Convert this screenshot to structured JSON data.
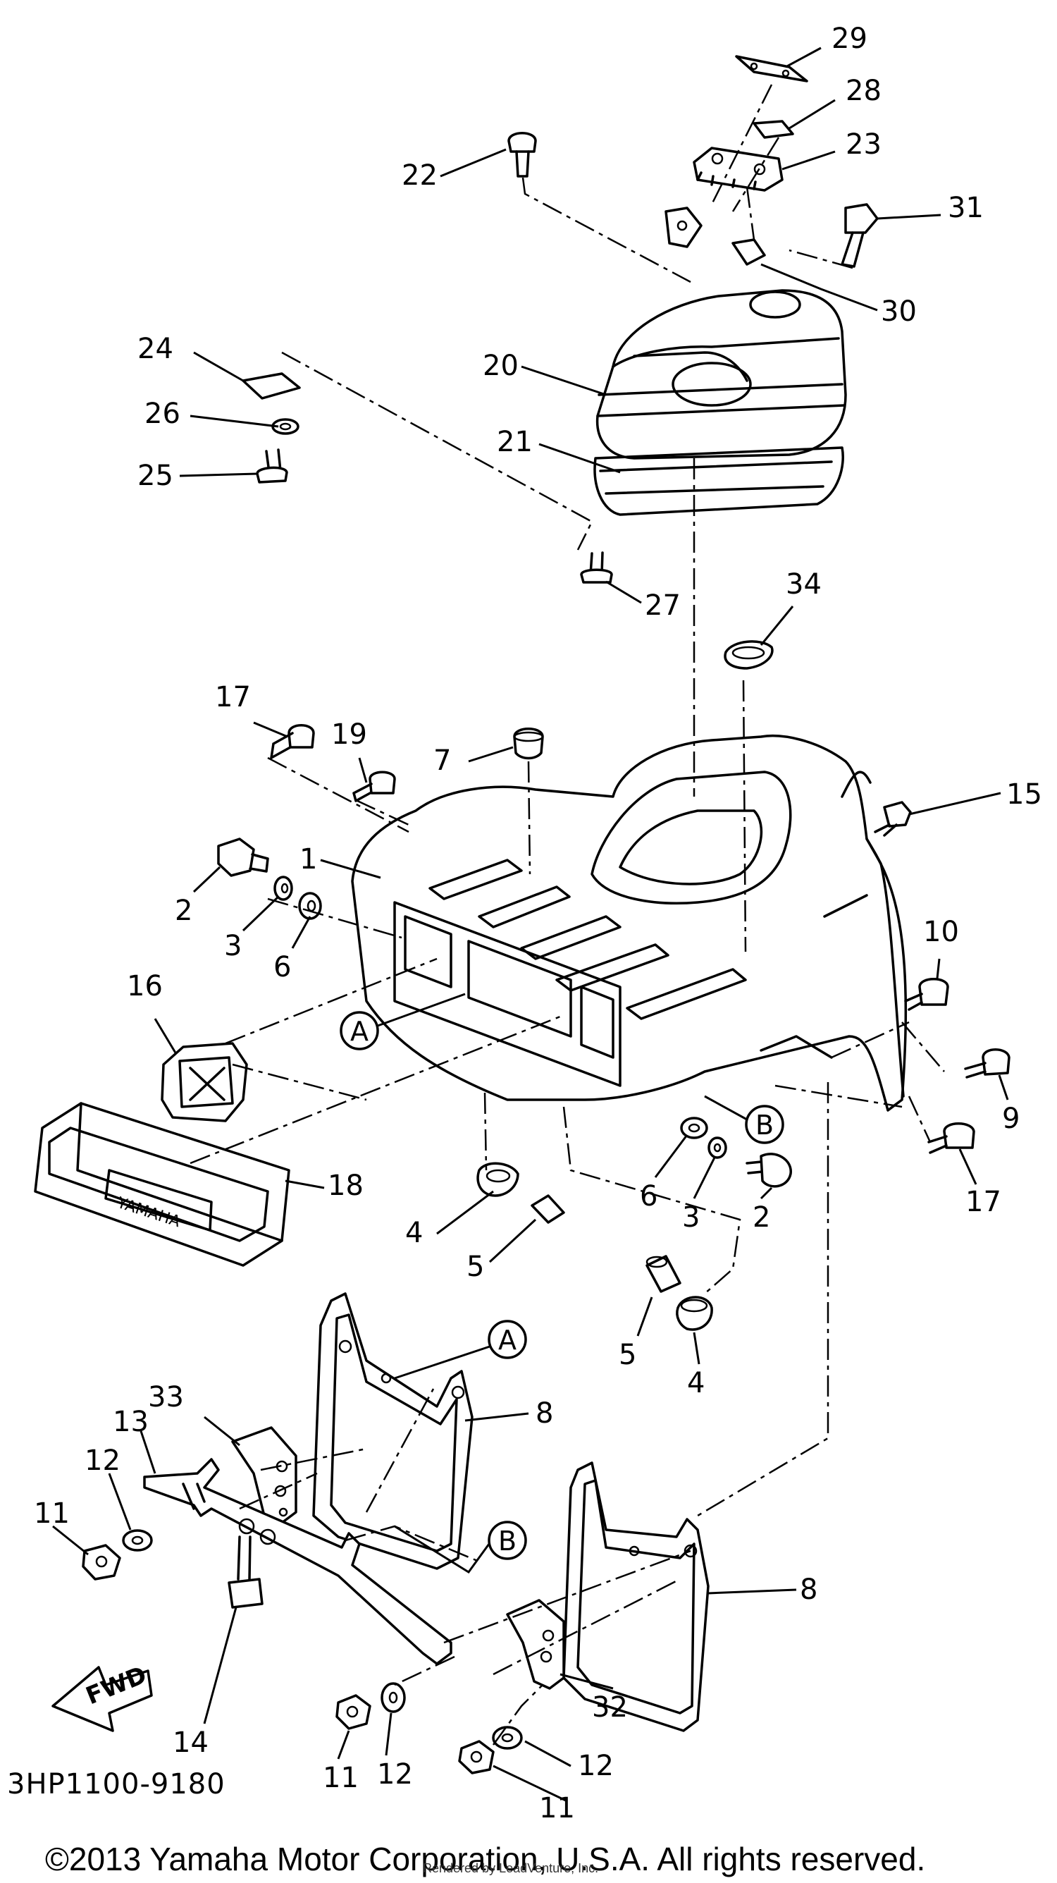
{
  "diagram": {
    "drawing_code": "3HP1100-9180",
    "copyright": "©2013 Yamaha Motor Corporation, U.S.A. All rights reserved.",
    "rendered_by": "Rendered by LeadVenture, Inc.",
    "fwd_label": "FWD",
    "badge_text": "YAMAHA",
    "reference_markers": [
      "A",
      "B"
    ],
    "callouts": [
      "1",
      "2",
      "3",
      "4",
      "5",
      "6",
      "7",
      "8",
      "9",
      "10",
      "11",
      "12",
      "13",
      "14",
      "15",
      "16",
      "17",
      "18",
      "19",
      "20",
      "21",
      "22",
      "23",
      "24",
      "25",
      "26",
      "27",
      "28",
      "29",
      "30",
      "31",
      "32",
      "33",
      "34"
    ]
  }
}
